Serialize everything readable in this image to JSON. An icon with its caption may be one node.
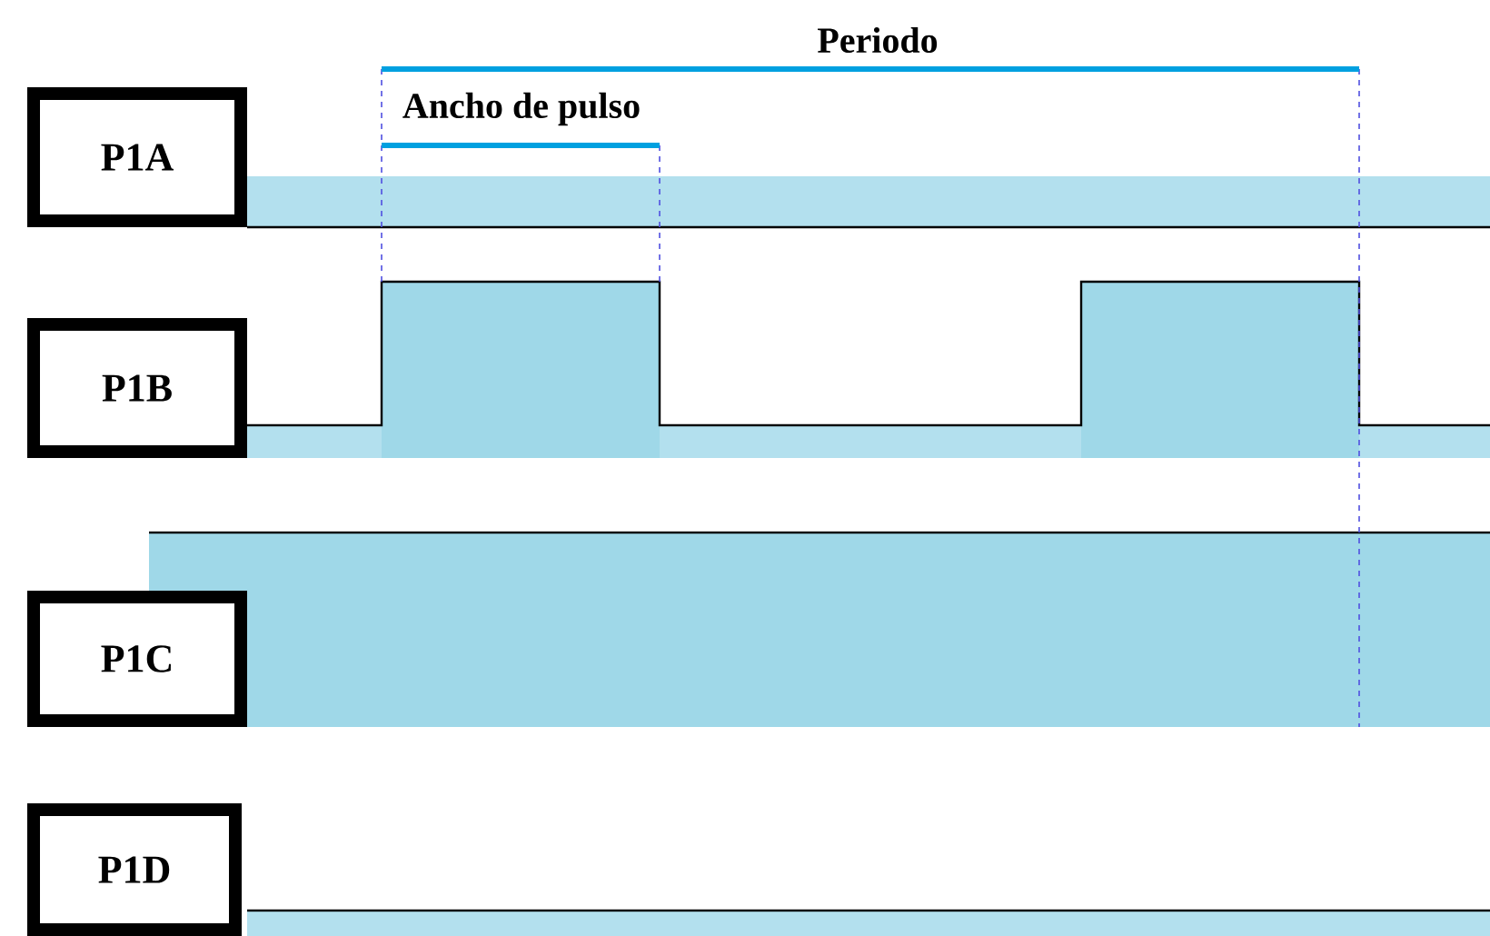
{
  "diagram": {
    "nodes": [
      {
        "text": [
          "P1A"
        ]
      },
      {
        "text": [
          "P1B"
        ]
      },
      {
        "text": [
          "P1C"
        ]
      },
      {
        "text": [
          "P1D"
        ]
      }
    ],
    "labels": [
      "Periodo",
      "Ancho de pulso"
    ]
  }
}
